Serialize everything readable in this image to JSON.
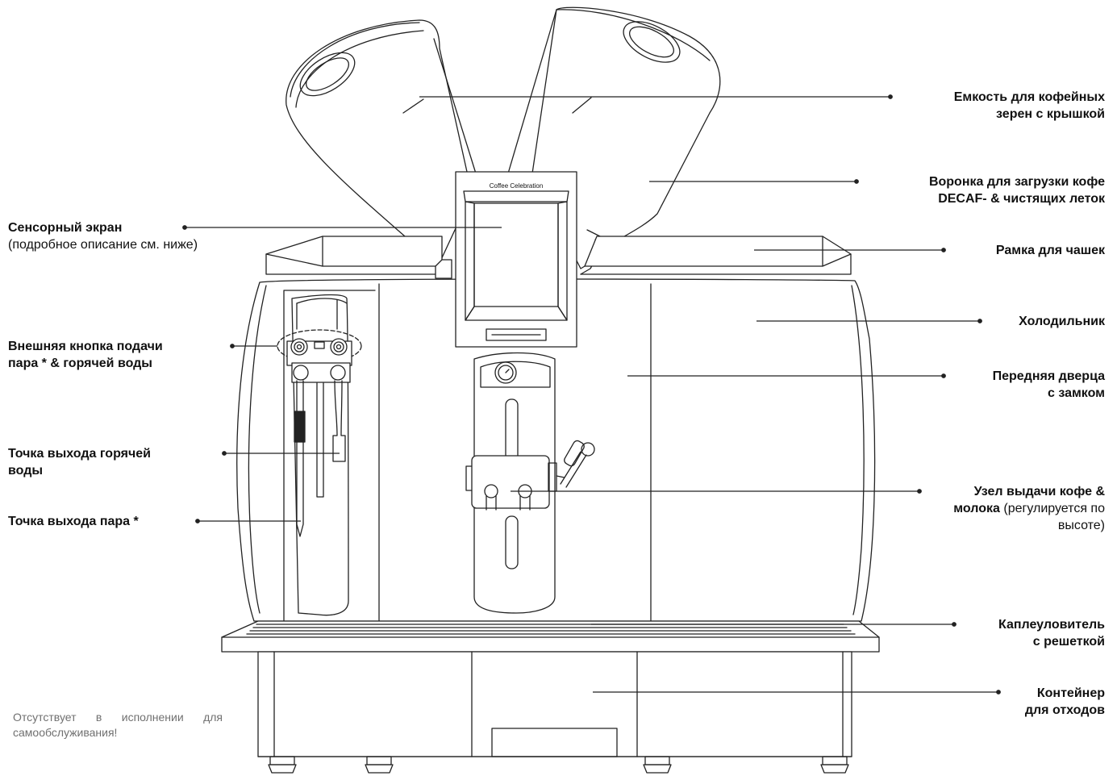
{
  "labels": {
    "bean_hopper": {
      "line1": "Емкость для кофейных",
      "line2": "зерен с крышкой"
    },
    "decaf_funnel": {
      "line1": "Воронка для загрузки кофе",
      "line2": "DECAF- & чистящих леток"
    },
    "cup_frame": "Рамка для чашек",
    "fridge": "Холодильник",
    "front_door": {
      "line1": "Передняя дверца",
      "line2": "с замком"
    },
    "dispenser": {
      "line1": "Узел выдачи кофе &",
      "line2_bold": "молока",
      "line2_rest": " (регулируется по",
      "line3": "высоте)"
    },
    "drip_tray": {
      "line1": "Каплеуловитель",
      "line2": "с решеткой"
    },
    "waste_container": {
      "line1": "Контейнер",
      "line2": "для отходов"
    },
    "touchscreen": {
      "title": "Сенсорный экран",
      "desc": "(подробное описание см. ниже)"
    },
    "steam_button": {
      "line1": "Внешняя кнопка подачи",
      "line2": "пара * & горячей воды"
    },
    "hot_water": {
      "line1": "Точка выхода горячей",
      "line2": "воды"
    },
    "steam_outlet": "Точка выхода пара *",
    "note": "Отсутствует в исполнении для самообслуживания!"
  },
  "screen_brand": "Coffee Celebration",
  "colors": {
    "line": "#222222",
    "text": "#111111",
    "note": "#707070"
  }
}
